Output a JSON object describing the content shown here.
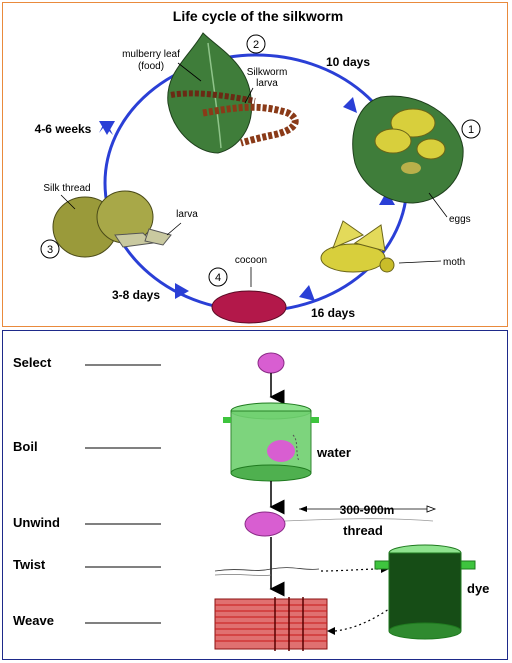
{
  "top": {
    "title": "Life cycle of the silkworm",
    "labels": {
      "mulberry_line1": "mulberry leaf",
      "mulberry_line2": "(food)",
      "larva_line1": "Silkworm",
      "larva_line2": "larva",
      "ten_days": "10 days",
      "four_six_weeks": "4-6 weeks",
      "eggs": "eggs",
      "silk_thread": "Silk thread",
      "larva": "larva",
      "moth": "moth",
      "cocoon": "cocoon",
      "three_eight_days": "3-8 days",
      "sixteen_days": "16 days"
    },
    "stages": [
      "1",
      "2",
      "3",
      "4"
    ]
  },
  "bottom": {
    "steps": [
      "Select",
      "Boil",
      "Unwind",
      "Twist",
      "Weave"
    ],
    "water": "water",
    "length": "300-900m",
    "thread": "thread",
    "dye": "dye"
  },
  "colors": {
    "cycle_line": "#2a3fd6",
    "leaf": "#3f7d3a",
    "moth": "#d8cf3c",
    "cocoon_red": "#b3184a",
    "cocoon_pink": "#d85ed1",
    "pot_green": "#3ec43e",
    "weave_red": "#d9282a"
  }
}
